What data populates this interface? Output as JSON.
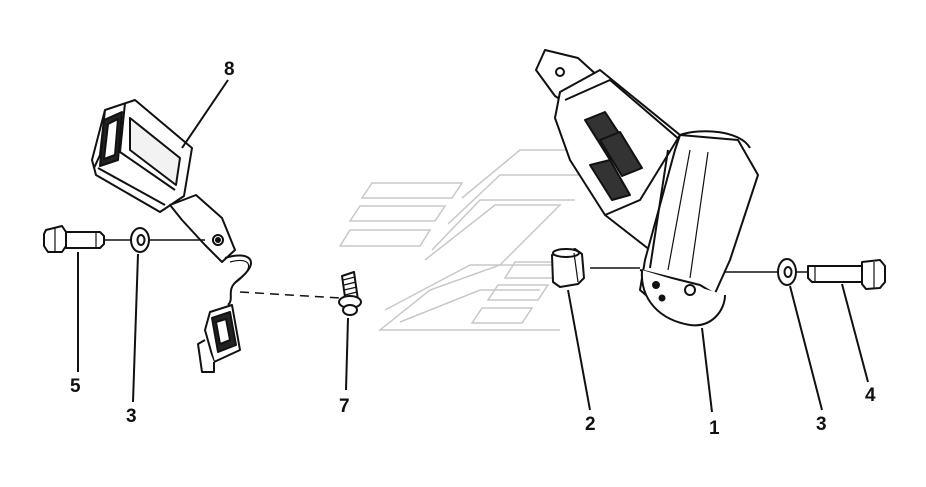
{
  "colors": {
    "line": "#111111",
    "watermark": "#c8c8c8",
    "background": "#ffffff"
  },
  "callouts": [
    {
      "id": "c8",
      "label": "8"
    },
    {
      "id": "c5",
      "label": "5"
    },
    {
      "id": "c3a",
      "label": "3"
    },
    {
      "id": "c7",
      "label": "7"
    },
    {
      "id": "c2",
      "label": "2"
    },
    {
      "id": "c1",
      "label": "1"
    },
    {
      "id": "c3b",
      "label": "3"
    },
    {
      "id": "c4",
      "label": "4"
    }
  ]
}
